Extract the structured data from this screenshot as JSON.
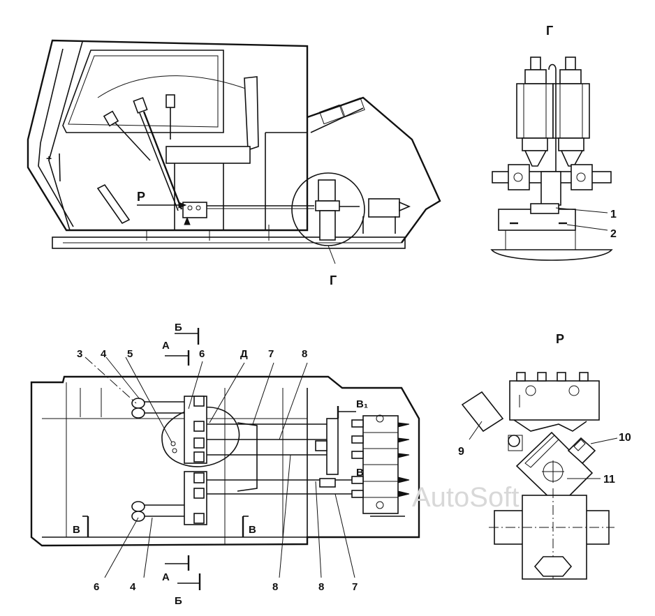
{
  "views": {
    "g_title": "Г",
    "r_title": "Р",
    "g_label_main": "Г",
    "p_arrow": "Р"
  },
  "section_marks": {
    "b_top": "Б",
    "a_top": "А",
    "a_bottom": "А",
    "b_bottom": "Б",
    "v_left": "В",
    "v_right": "В",
    "v1": "В₁",
    "v_mid": "В",
    "d": "Д"
  },
  "callouts": {
    "c1": "1",
    "c2": "2",
    "c3": "3",
    "c4_top": "4",
    "c5": "5",
    "c6_top": "6",
    "c7_top": "7",
    "c8_top": "8",
    "c9": "9",
    "c10": "10",
    "c11": "11",
    "c6_bottom": "6",
    "c4_bottom": "4",
    "c8_bottom_a": "8",
    "c8_bottom_b": "8",
    "c7_bottom": "7"
  },
  "watermark": "AutoSoft"
}
